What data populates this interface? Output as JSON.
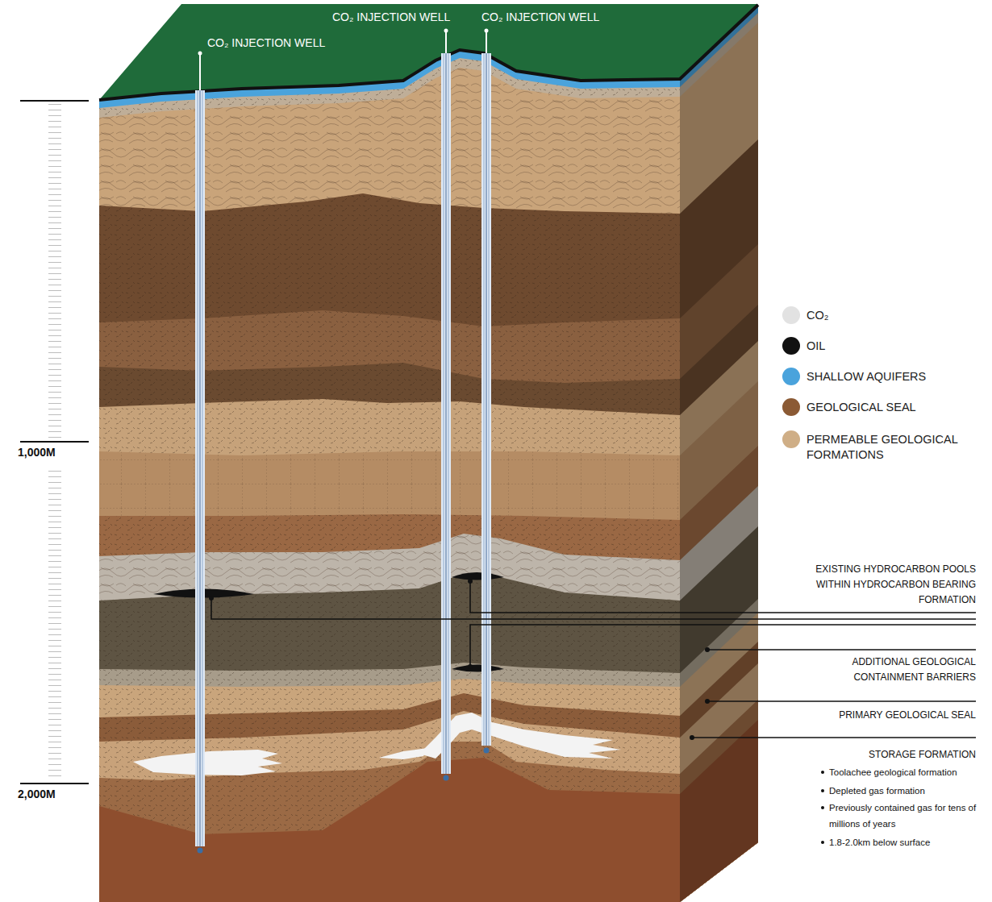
{
  "diagram": {
    "labels": [
      "CO₂ INJECTION WELL",
      "CO₂ INJECTION WELL",
      "CO₂ INJECTION WELL",
      "1,000M",
      "2,000M",
      "EXISTING HYDROCARBON POOLS WITHIN HYDROCARBON BEARING FORMATION",
      "ADDITIONAL GEOLOGICAL CONTAINMENT BARRIERS",
      "PRIMARY GEOLOGICAL SEAL",
      "STORAGE FORMATION",
      "Toolachee geological formation",
      "Depleted gas formation",
      "Previously contained gas for tens of millions of years",
      "1.8-2.0km below surface"
    ],
    "legend": [
      {
        "text": "CO₂",
        "color": "#e2e2e2"
      },
      {
        "text": "OIL",
        "color": "#111111"
      },
      {
        "text": "SHALLOW AQUIFERS",
        "color": "#4aa3dc"
      },
      {
        "text": "GEOLOGICAL SEAL",
        "color": "#8b5a34"
      },
      {
        "text": "PERMEABLE GEOLOGICAL FORMATIONS",
        "color": "#cfae86"
      }
    ]
  }
}
